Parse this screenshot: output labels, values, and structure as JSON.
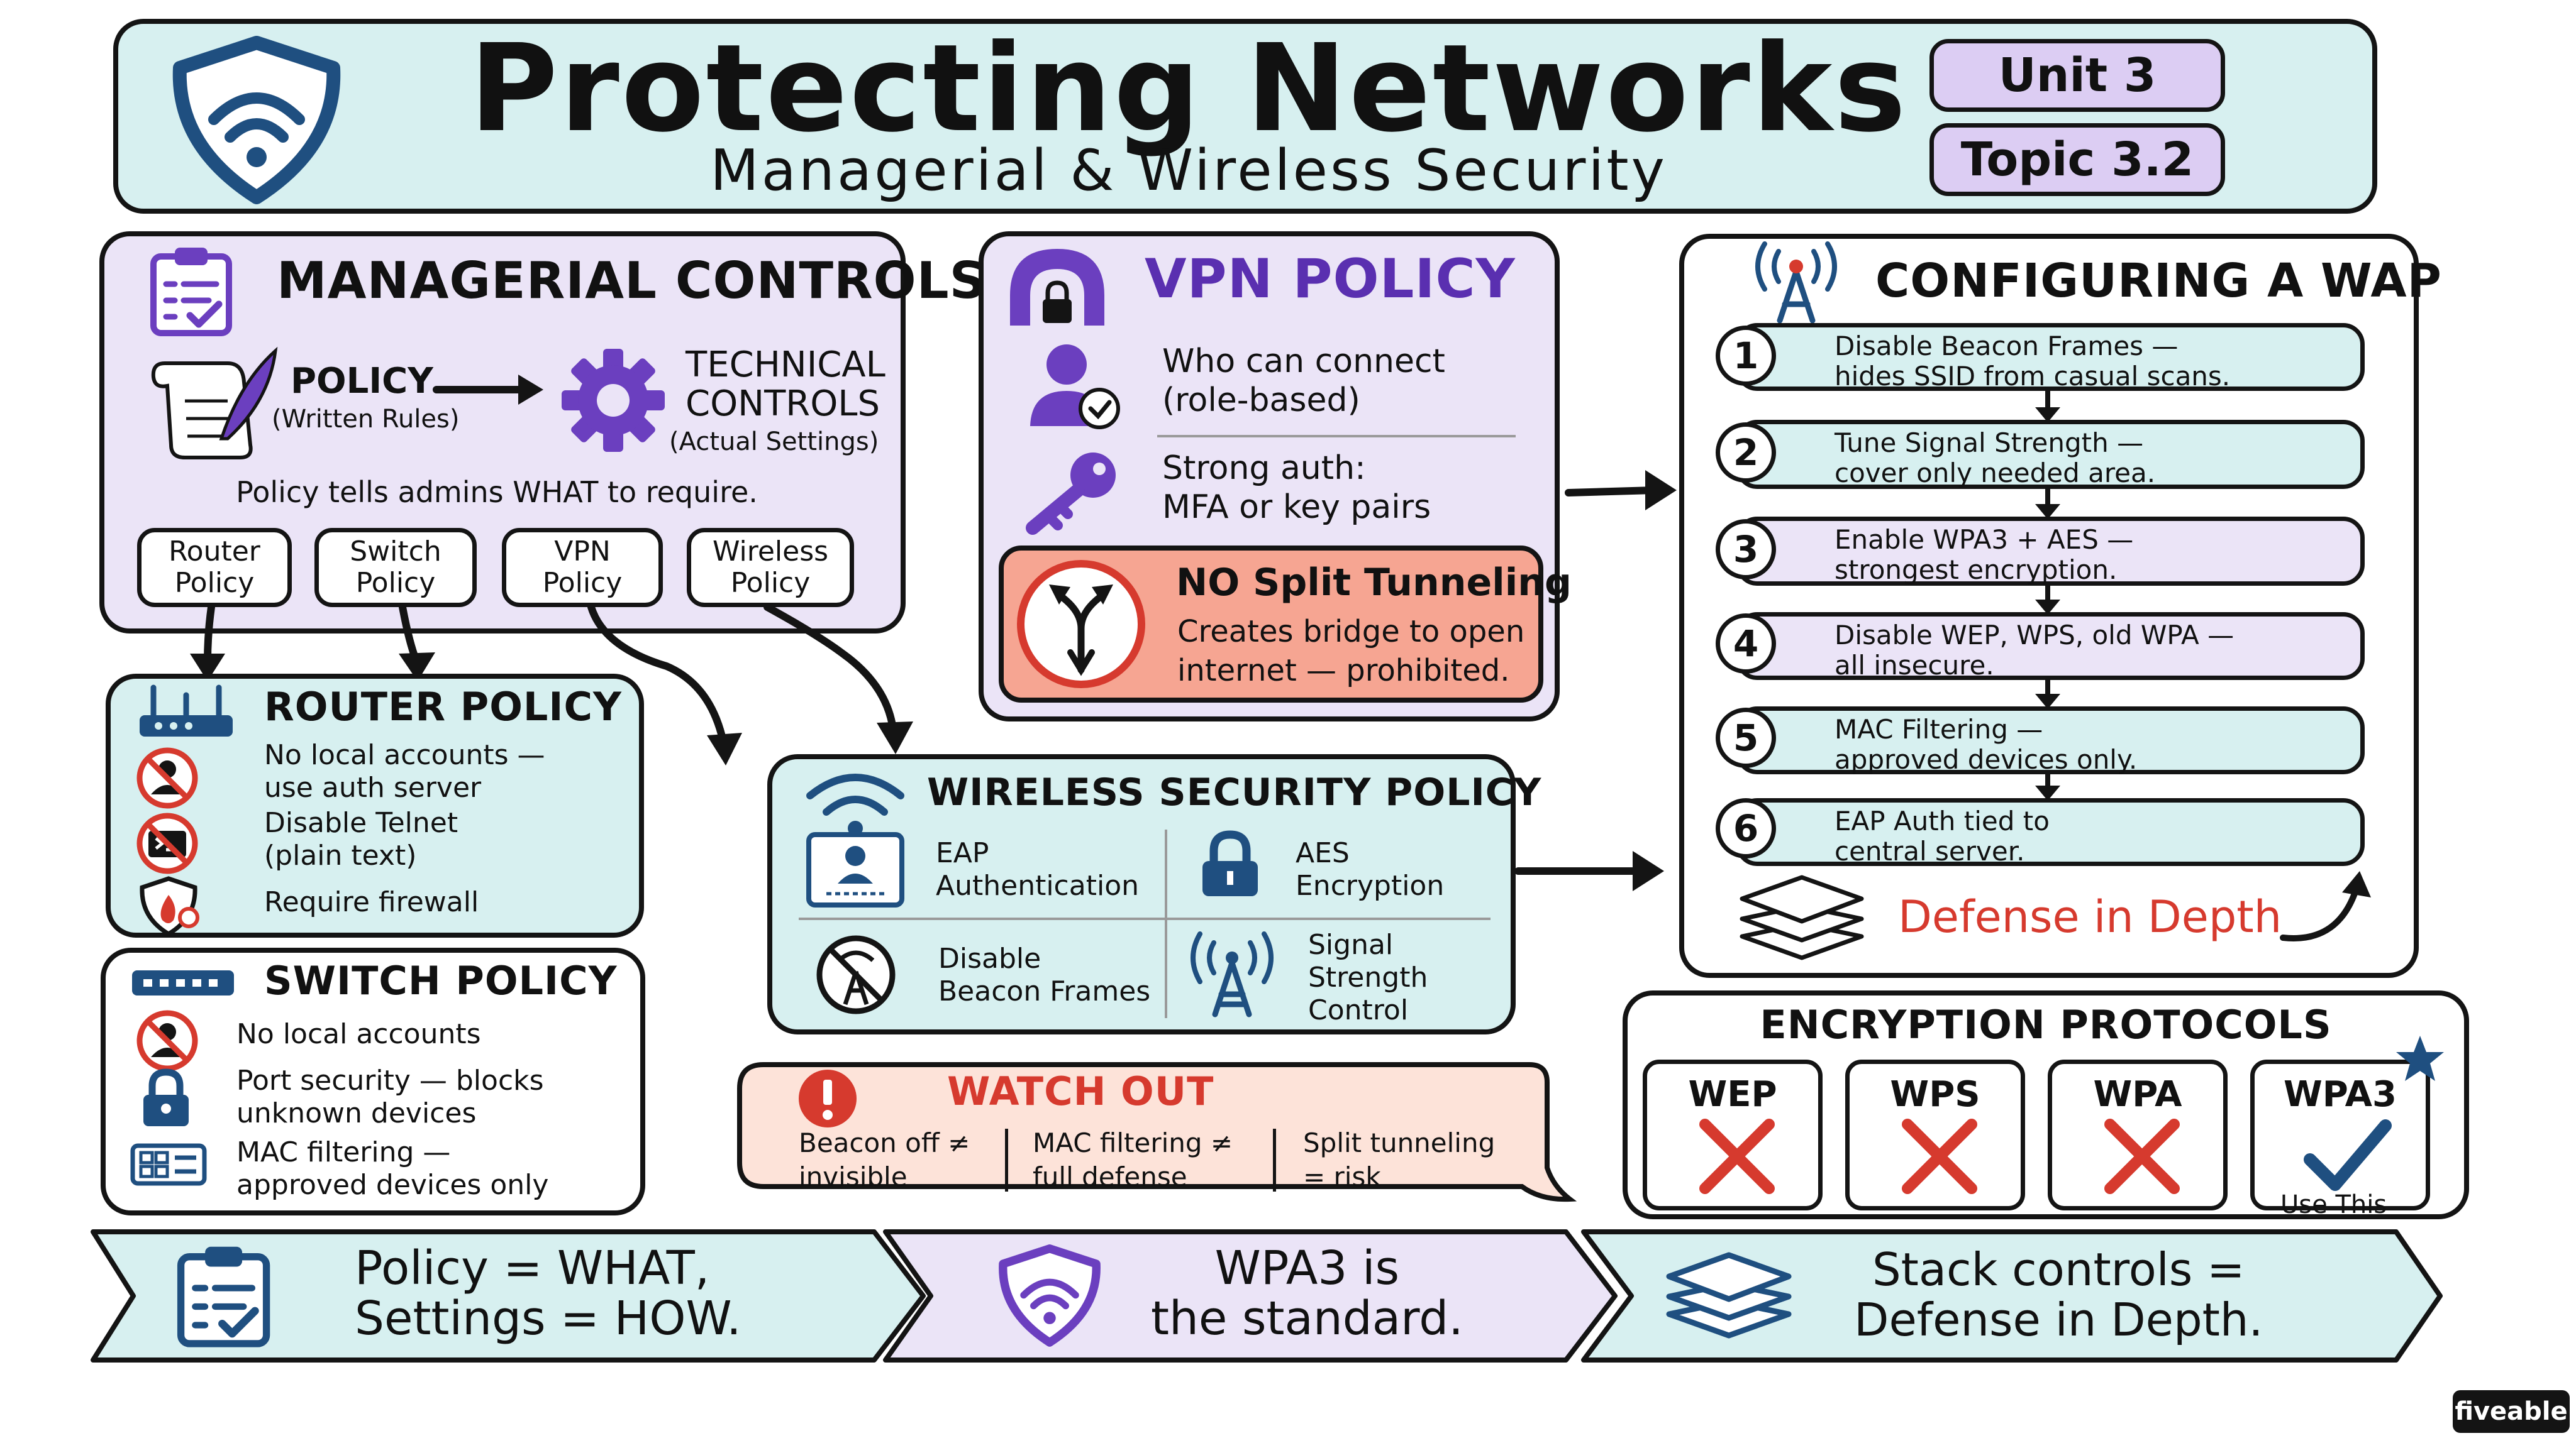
{
  "title": {
    "main": "Protecting Networks",
    "subtitle": "Managerial & Wireless Security",
    "unit": "Unit 3",
    "topic": "Topic 3.2"
  },
  "managerial": {
    "heading": "MANAGERIAL CONTROLS",
    "policy_label": "POLICY",
    "policy_sub": "(Written Rules)",
    "tech_line1": "TECHNICAL",
    "tech_line2": "CONTROLS",
    "tech_sub": "(Actual Settings)",
    "tagline": "Policy tells admins WHAT to require.",
    "policies": [
      {
        "line1": "Router",
        "line2": "Policy"
      },
      {
        "line1": "Switch",
        "line2": "Policy"
      },
      {
        "line1": "VPN",
        "line2": "Policy"
      },
      {
        "line1": "Wireless",
        "line2": "Policy"
      }
    ]
  },
  "router": {
    "heading": "ROUTER POLICY",
    "items": [
      {
        "line1": "No local accounts —",
        "line2": "use auth server"
      },
      {
        "line1": "Disable Telnet",
        "line2": "(plain text)"
      },
      {
        "line1": "Require firewall",
        "line2": ""
      }
    ]
  },
  "switch": {
    "heading": "SWITCH POLICY",
    "items": [
      {
        "line1": "No local accounts",
        "line2": ""
      },
      {
        "line1": "Port security — blocks",
        "line2": "unknown devices"
      },
      {
        "line1": "MAC filtering —",
        "line2": "approved devices only"
      }
    ]
  },
  "vpn": {
    "heading": "VPN POLICY",
    "item1_line1": "Who can connect",
    "item1_line2": "(role-based)",
    "item2_line1": "Strong auth:",
    "item2_line2": "MFA or key pairs",
    "warn_heading": "NO Split Tunneling",
    "warn_line1": "Creates bridge to open",
    "warn_line2": "internet — prohibited."
  },
  "wireless": {
    "heading": "WIRELESS SECURITY POLICY",
    "cells": [
      {
        "line1": "EAP",
        "line2": "Authentication",
        "line3": ""
      },
      {
        "line1": "AES",
        "line2": "Encryption",
        "line3": ""
      },
      {
        "line1": "Disable",
        "line2": "Beacon Frames",
        "line3": ""
      },
      {
        "line1": "Signal",
        "line2": "Strength",
        "line3": "Control"
      }
    ]
  },
  "watchout": {
    "heading": "WATCH OUT",
    "items": [
      {
        "line1": "Beacon off ≠",
        "line2": "invisible"
      },
      {
        "line1": "MAC filtering ≠",
        "line2": "full defense"
      },
      {
        "line1": "Split tunneling",
        "line2": "= risk"
      }
    ]
  },
  "wap": {
    "heading": "CONFIGURING A WAP",
    "steps": [
      {
        "num": "1",
        "line1": "Disable Beacon Frames —",
        "line2": "hides SSID from casual scans."
      },
      {
        "num": "2",
        "line1": "Tune Signal Strength —",
        "line2": "cover only needed area."
      },
      {
        "num": "3",
        "line1": "Enable WPA3 + AES —",
        "line2": "strongest encryption."
      },
      {
        "num": "4",
        "line1": "Disable WEP, WPS, old WPA —",
        "line2": "all insecure."
      },
      {
        "num": "5",
        "line1": "MAC Filtering —",
        "line2": "approved devices only."
      },
      {
        "num": "6",
        "line1": "EAP Auth tied to",
        "line2": "central server."
      }
    ],
    "footer": "Defense in Depth"
  },
  "encryption": {
    "heading": "ENCRYPTION PROTOCOLS",
    "protocols": [
      {
        "name": "WEP",
        "status": "insecure"
      },
      {
        "name": "WPS",
        "status": "insecure"
      },
      {
        "name": "WPA",
        "status": "insecure"
      },
      {
        "name": "WPA3",
        "status": "recommended"
      }
    ],
    "use_label": "Use This"
  },
  "banners": [
    {
      "line1": "Policy = WHAT,",
      "line2": "Settings = HOW."
    },
    {
      "line1": "WPA3 is",
      "line2": "the standard."
    },
    {
      "line1": "Stack controls =",
      "line2": "Defense in Depth."
    }
  ],
  "brand": "fiveable",
  "colors": {
    "teal": "#d7f0f0",
    "lavender": "#ebe4f7",
    "violet": "#6b3fbf",
    "red": "#d63a2e",
    "salmon": "#f6a592",
    "navy": "#1f4f80"
  }
}
